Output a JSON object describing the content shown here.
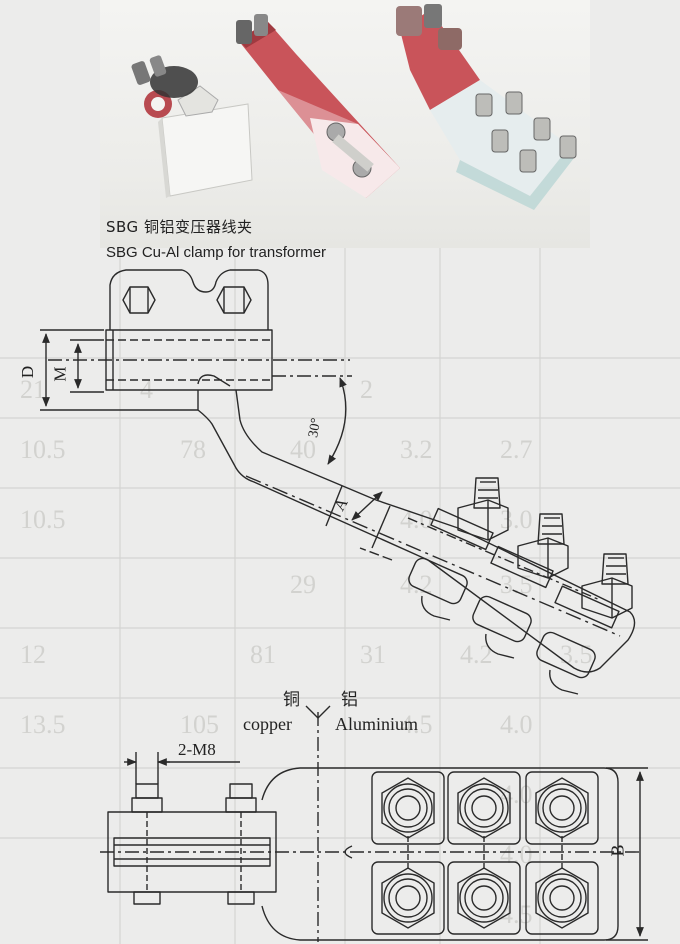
{
  "caption": {
    "chinese": "SBG 铜铝变压器线夹",
    "english": "SBG Cu-Al  clamp for transformer"
  },
  "drawing_labels": {
    "D": "D",
    "M": "M",
    "angle": "30°",
    "A": "A",
    "B": "B",
    "bolts": "2-M8",
    "copper_cn": "铜",
    "aluminium_cn": "铝",
    "copper": "copper",
    "aluminium": "Aluminium"
  },
  "background_table": {
    "rows": [
      [
        "21",
        "4",
        "",
        "2"
      ],
      [
        "10.5",
        "78",
        "40",
        "3.2",
        "2.7"
      ],
      [
        "10.5",
        "",
        "",
        "4.0",
        "3.0"
      ],
      [
        "",
        "",
        "29",
        "4.2",
        "3.5"
      ],
      [
        "12",
        "",
        "81",
        "31",
        "4.2",
        "3.5"
      ],
      [
        "13.5",
        "105",
        "",
        "4.5",
        "4.0"
      ],
      [
        "",
        "",
        "",
        "",
        "4.0"
      ],
      [
        "",
        "",
        "",
        "",
        "4.0"
      ],
      [
        "",
        "",
        "",
        "",
        "4.5"
      ]
    ]
  },
  "colors": {
    "copper": "#c9545a",
    "aluminium": "#dcdcd8",
    "line": "#2a2a2a"
  }
}
